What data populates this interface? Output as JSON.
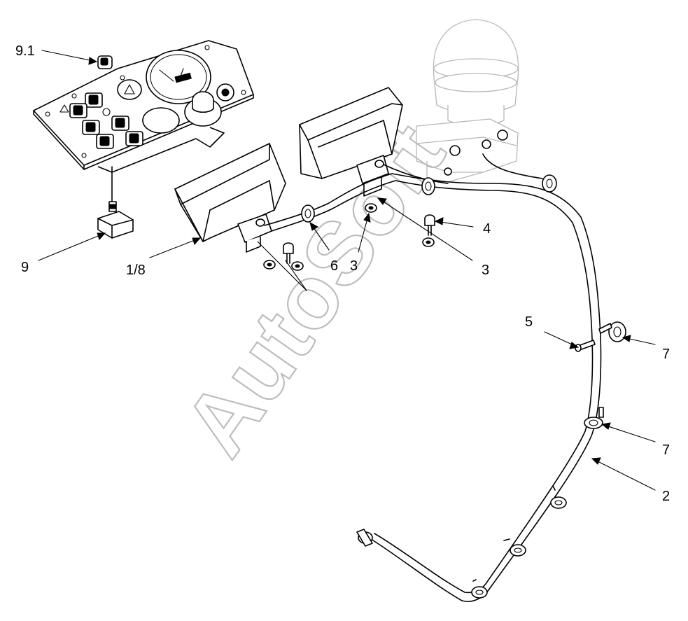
{
  "watermark": "AutoSoft",
  "labels": [
    {
      "id": "9.1",
      "text": "9.1"
    },
    {
      "id": "9",
      "text": "9"
    },
    {
      "id": "1/8",
      "text": "1/8"
    },
    {
      "id": "6",
      "text": "6"
    },
    {
      "id": "3a",
      "text": "3"
    },
    {
      "id": "3b",
      "text": "3"
    },
    {
      "id": "4",
      "text": "4"
    },
    {
      "id": "5",
      "text": "5"
    },
    {
      "id": "7a",
      "text": "7"
    },
    {
      "id": "7b",
      "text": "7"
    },
    {
      "id": "2",
      "text": "2"
    }
  ]
}
